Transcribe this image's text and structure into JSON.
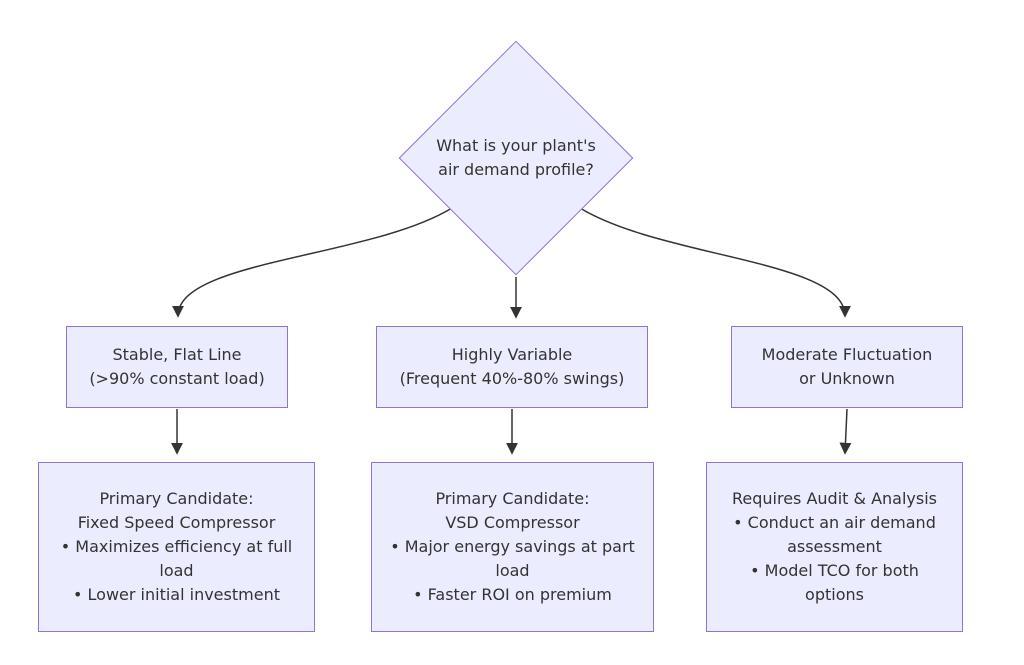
{
  "colors": {
    "node_fill": "#ECECFF",
    "node_border": "#9370DB",
    "edge": "#333333",
    "text": "#333333",
    "background": "#ffffff"
  },
  "decision": {
    "lines": [
      "What is your plant's",
      "air demand profile?"
    ]
  },
  "conditions": [
    {
      "lines": [
        "Stable, Flat Line",
        "(>90% constant load)"
      ]
    },
    {
      "lines": [
        "Highly Variable",
        "(Frequent 40%-80% swings)"
      ]
    },
    {
      "lines": [
        "Moderate Fluctuation",
        "or Unknown"
      ]
    }
  ],
  "results": [
    {
      "lines": [
        "Primary Candidate:",
        "Fixed Speed Compressor",
        "• Maximizes efficiency at full load",
        "• Lower initial investment"
      ]
    },
    {
      "lines": [
        "Primary Candidate:",
        "VSD Compressor",
        "• Major energy savings at part load",
        "• Faster ROI on premium"
      ]
    },
    {
      "lines": [
        "Requires Audit & Analysis",
        "• Conduct an air demand assessment",
        "• Model TCO for both options"
      ]
    }
  ]
}
